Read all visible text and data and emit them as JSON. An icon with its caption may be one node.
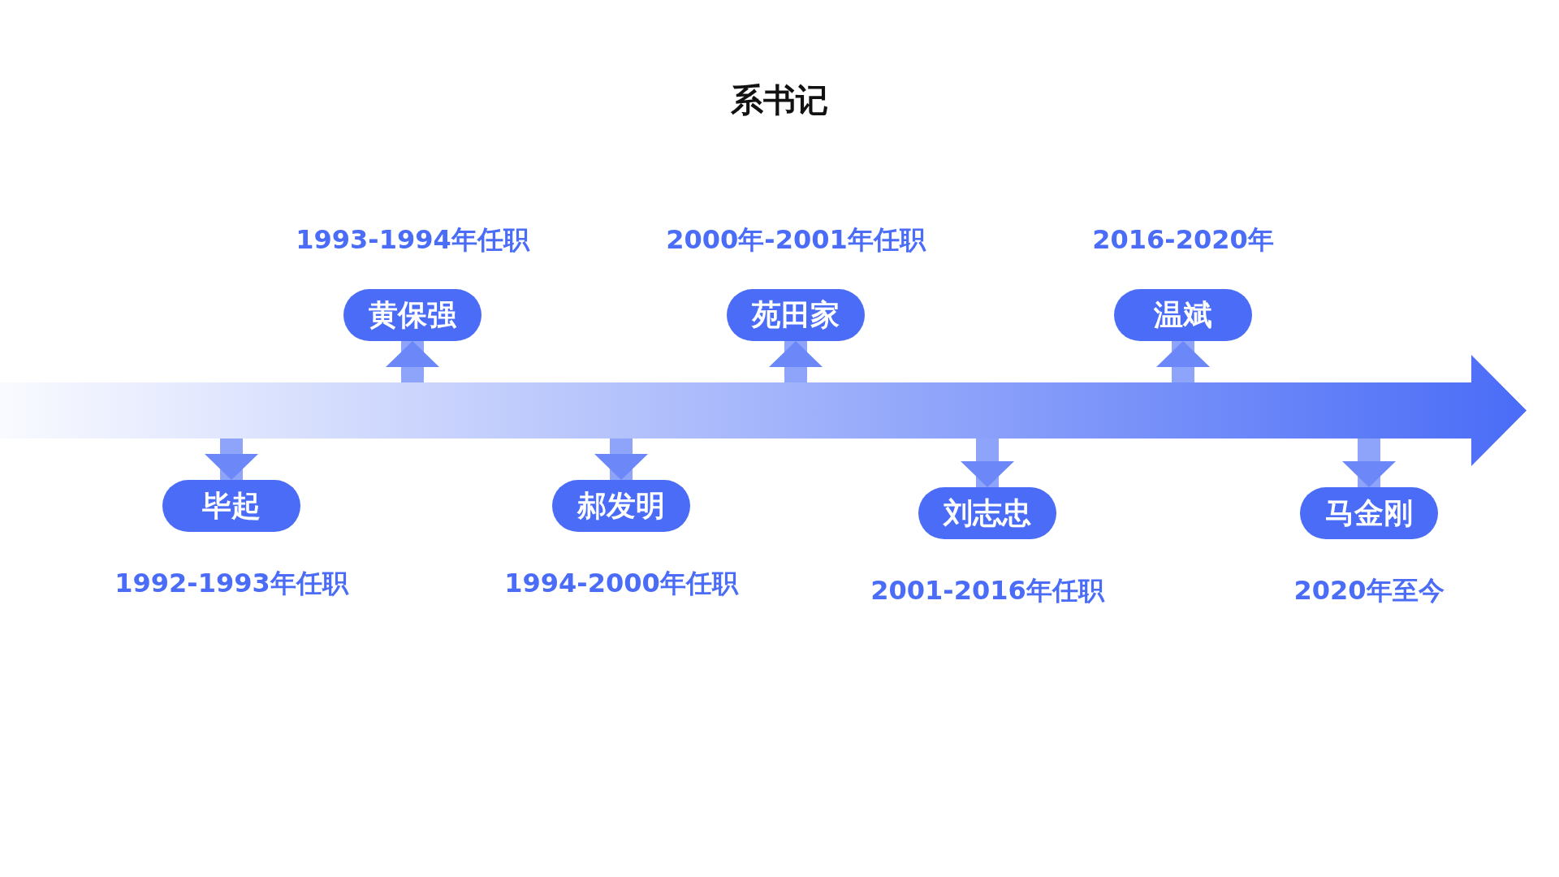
{
  "diagram": {
    "title": "系书记",
    "nodes": [
      {
        "text": [],
        "shape": "arrow"
      },
      {
        "text": [
          "毕起"
        ],
        "beside": [
          "1992-1993年任职"
        ]
      },
      {
        "text": [
          "黄保强"
        ],
        "beside": [
          "1993-1994年任职"
        ]
      },
      {
        "text": [
          "郝发明"
        ],
        "beside": [
          "1994-2000年任职"
        ]
      },
      {
        "text": [
          "苑田家"
        ],
        "beside": [
          "2000年-2001年任职"
        ]
      },
      {
        "text": [
          "刘志忠"
        ],
        "beside": [
          "2001-2016年任职"
        ]
      },
      {
        "text": [
          "温斌"
        ],
        "beside": [
          "2016-2020年"
        ]
      },
      {
        "text": [
          "马金刚"
        ],
        "beside": [
          "2020年至今"
        ]
      }
    ],
    "edges": [
      {
        "from": 0,
        "to": 1,
        "arrow": "to"
      },
      {
        "from": 0,
        "to": 2,
        "arrow": "to"
      },
      {
        "from": 0,
        "to": 3,
        "arrow": "to"
      },
      {
        "from": 0,
        "to": 4,
        "arrow": "to"
      },
      {
        "from": 0,
        "to": 5,
        "arrow": "to"
      },
      {
        "from": 0,
        "to": 6,
        "arrow": "to"
      },
      {
        "from": 0,
        "to": 7,
        "arrow": "to"
      }
    ]
  }
}
